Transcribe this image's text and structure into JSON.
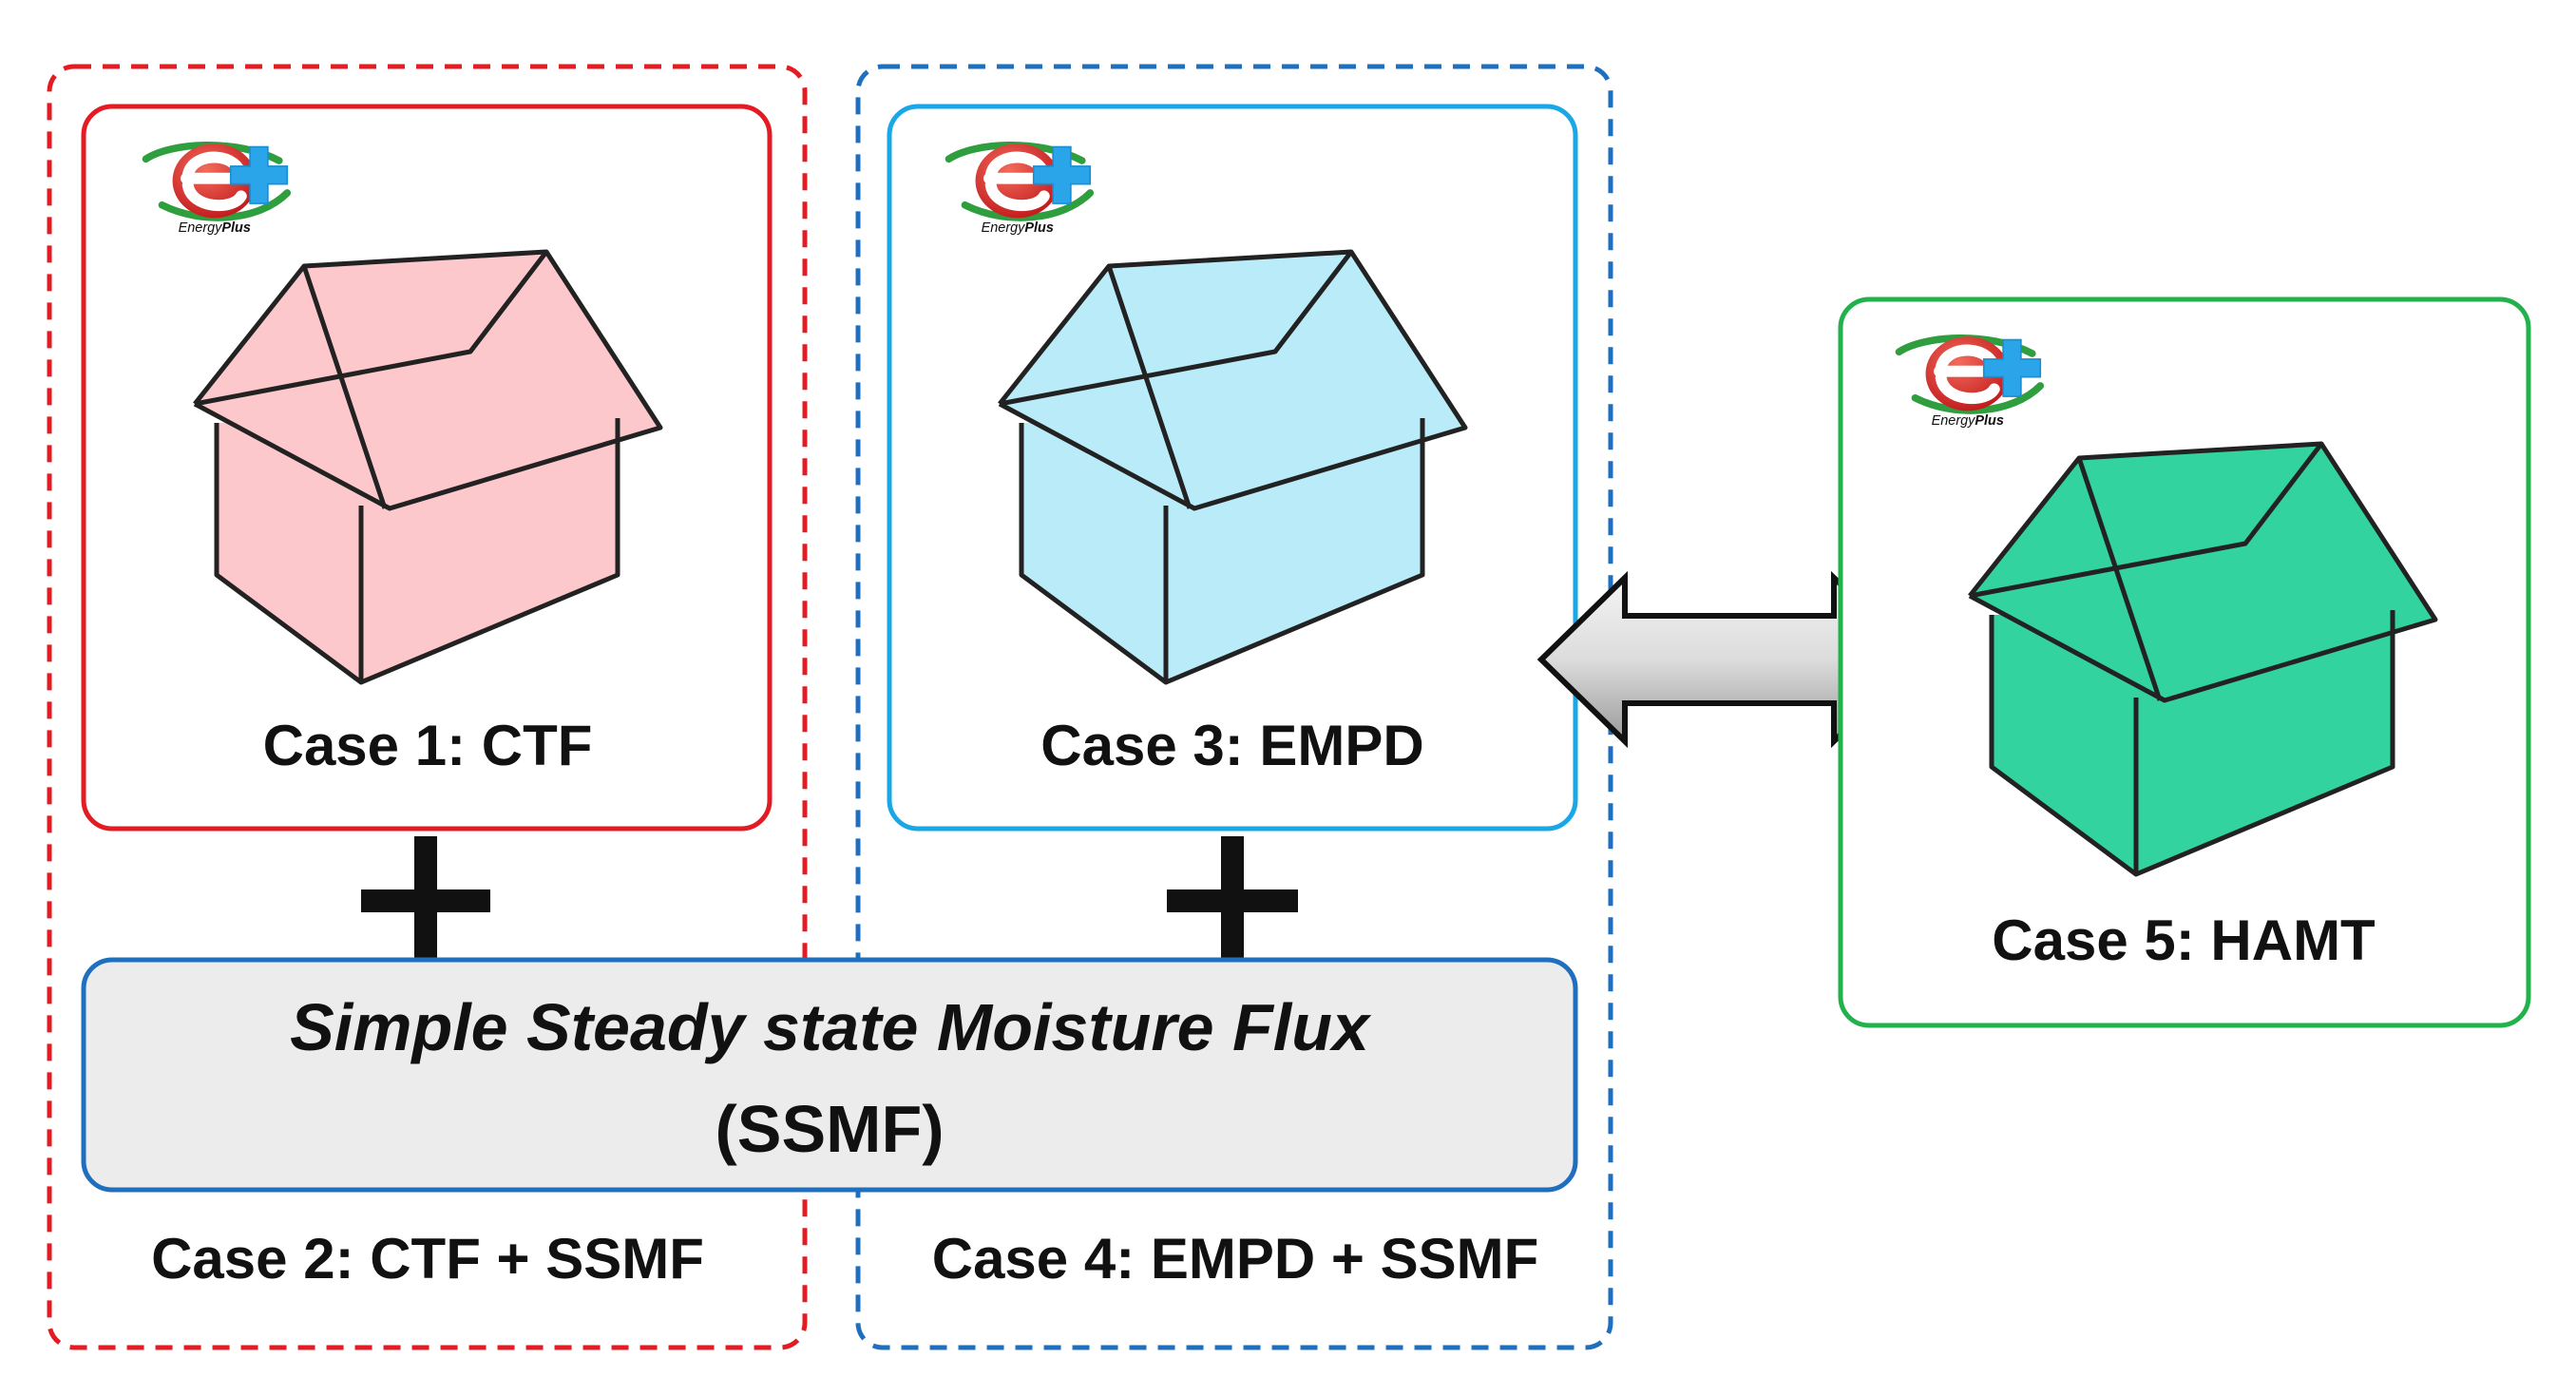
{
  "colors": {
    "case2_group": "#e31b23",
    "case4_group": "#1f6fbf",
    "case1": "#e31b23",
    "case3": "#1aa7e6",
    "case5": "#22b24c",
    "ssmf_fill": "#ececec",
    "ssmf_border": "#1f6fbf",
    "house_ctf": "#fcc8cb",
    "house_empd": "#b9ebf9",
    "house_hamt": "#33d3a0",
    "logo_red": "#d72a1e",
    "logo_green": "#2f9e3f",
    "logo_blue": "#1b8fd2"
  },
  "cases": {
    "case1": {
      "label": "Case 1: CTF"
    },
    "case2": {
      "label": "Case 2: CTF + SSMF"
    },
    "case3": {
      "label": "Case 3: EMPD"
    },
    "case4": {
      "label": "Case 4: EMPD + SSMF"
    },
    "case5": {
      "label": "Case 5: HAMT"
    }
  },
  "ssmf": {
    "line1": "Simple Steady state Moisture Flux",
    "line2": "(SSMF)"
  },
  "logo": {
    "letter": "e",
    "caption_prefix": "Energy",
    "caption_bold": "Plus",
    "icon": "energyplus-logo"
  },
  "connectors": {
    "plus_icon": "plus-sign",
    "arrow_icon": "double-headed-arrow"
  }
}
